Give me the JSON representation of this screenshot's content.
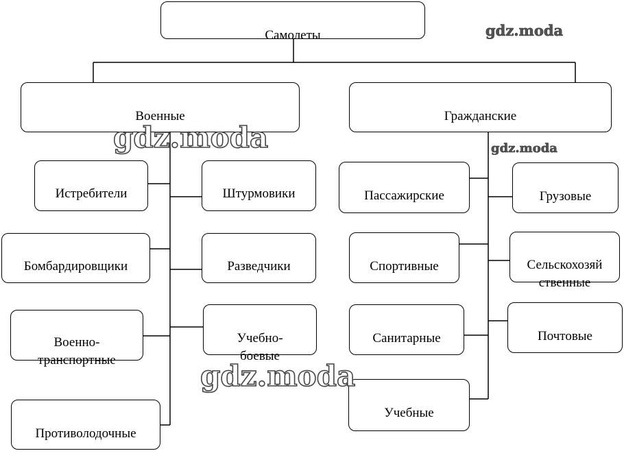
{
  "diagram": {
    "root": "Самолеты",
    "branches": {
      "military": {
        "label": "Военные",
        "items": {
          "fighters": "Истребители",
          "attack": "Штурмовики",
          "bombers": "Бомбардировщики",
          "recon": "Разведчики",
          "transport": "Военно-\nтранспортные",
          "trainer_combat": "Учебно-\nбоевые",
          "antisub": "Противолодочные"
        }
      },
      "civil": {
        "label": "Гражданские",
        "items": {
          "passenger": "Пассажирские",
          "cargo": "Грузовые",
          "sport": "Спортивные",
          "agri": "Сельскохозяй\nственные",
          "medical": "Санитарные",
          "mail": "Почтовые",
          "training": "Учебные"
        }
      }
    }
  },
  "watermarks": [
    "gdz.moda",
    "gdz.moda",
    "gdz.moda",
    "gdz.moda"
  ]
}
